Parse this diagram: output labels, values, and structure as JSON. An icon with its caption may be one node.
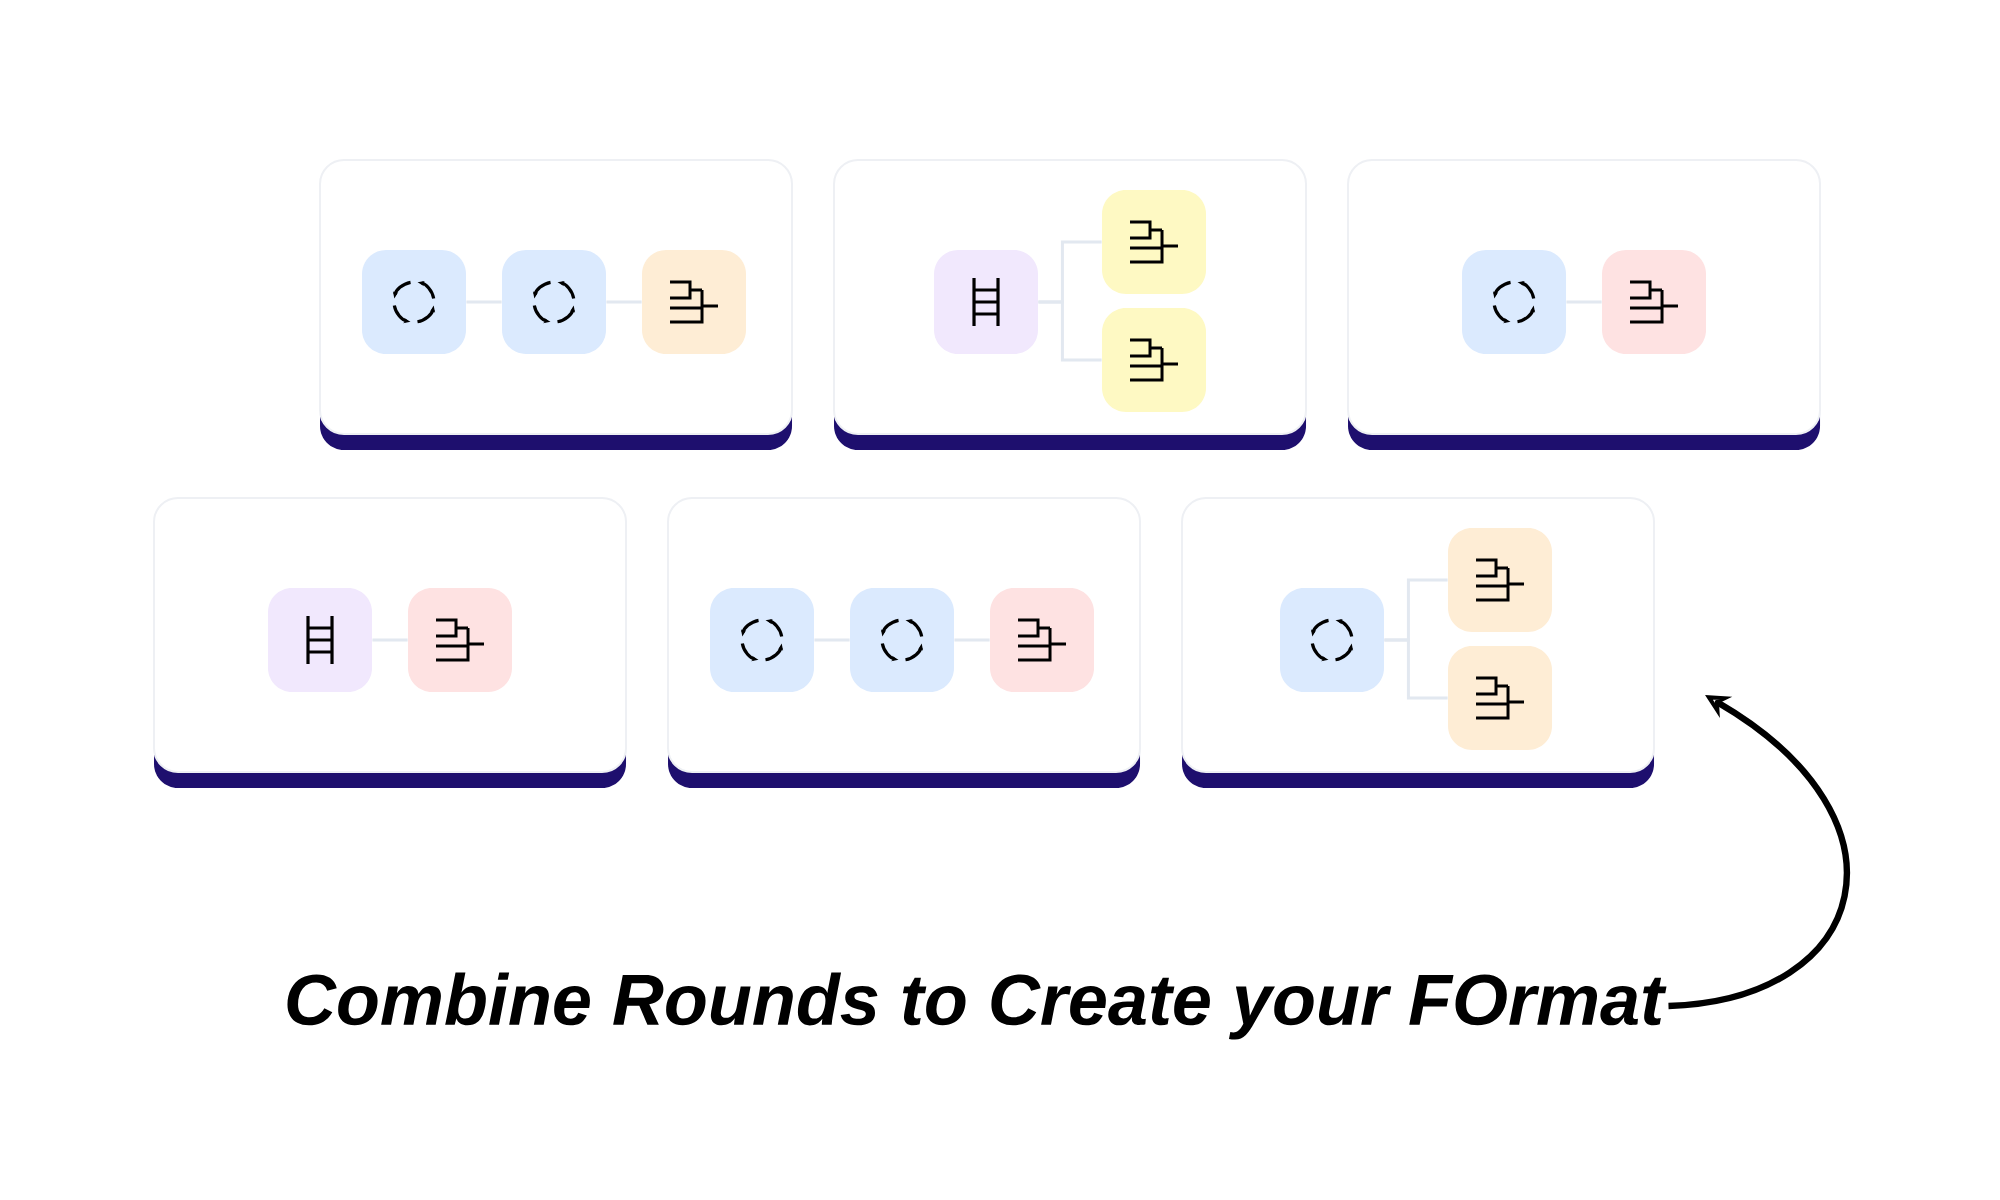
{
  "diagram": {
    "nodes": [
      {
        "text": [],
        "shape": "box"
      },
      {
        "text": [],
        "shape": "box",
        "in": 0
      },
      {
        "text": [],
        "shape": "box",
        "in": 0
      },
      {
        "text": [],
        "shape": "box",
        "in": 0
      },
      {
        "text": [],
        "shape": "box"
      },
      {
        "text": [],
        "shape": "box",
        "in": 4
      },
      {
        "text": [],
        "shape": "box",
        "in": 4
      },
      {
        "text": [],
        "shape": "box",
        "in": 4
      },
      {
        "text": [],
        "shape": "box"
      },
      {
        "text": [],
        "shape": "box",
        "in": 8
      },
      {
        "text": [],
        "shape": "box",
        "in": 8
      },
      {
        "text": [],
        "shape": "box"
      },
      {
        "text": [],
        "shape": "box",
        "in": 11
      },
      {
        "text": [],
        "shape": "box",
        "in": 11
      },
      {
        "text": [],
        "shape": "box"
      },
      {
        "text": [],
        "shape": "box",
        "in": 14
      },
      {
        "text": [],
        "shape": "box",
        "in": 14
      },
      {
        "text": [],
        "shape": "box",
        "in": 14
      },
      {
        "text": [],
        "shape": "box"
      },
      {
        "text": [],
        "shape": "box",
        "in": 18
      },
      {
        "text": [],
        "shape": "box",
        "in": 18
      },
      {
        "text": [],
        "shape": "box",
        "in": 18
      },
      {
        "text": [
          "Combine Rounds to Create your FOrmat"
        ]
      }
    ],
    "edges": [
      {
        "from": 1,
        "to": 2,
        "arrow": "none"
      },
      {
        "from": 2,
        "to": 3,
        "arrow": "none"
      },
      {
        "from": 5,
        "to": 6,
        "arrow": "none"
      },
      {
        "from": 5,
        "to": 7,
        "arrow": "none"
      },
      {
        "from": 9,
        "to": 10,
        "arrow": "none"
      },
      {
        "from": 12,
        "to": 13,
        "arrow": "none"
      },
      {
        "from": 15,
        "to": 16,
        "arrow": "none"
      },
      {
        "from": 16,
        "to": 17,
        "arrow": "none"
      },
      {
        "from": 19,
        "to": 20,
        "arrow": "none"
      },
      {
        "from": 19,
        "to": 21,
        "arrow": "none"
      },
      {
        "from": 22,
        "to": 18,
        "arrow": "to",
        "style": "thick",
        "color": "#000000"
      }
    ]
  }
}
